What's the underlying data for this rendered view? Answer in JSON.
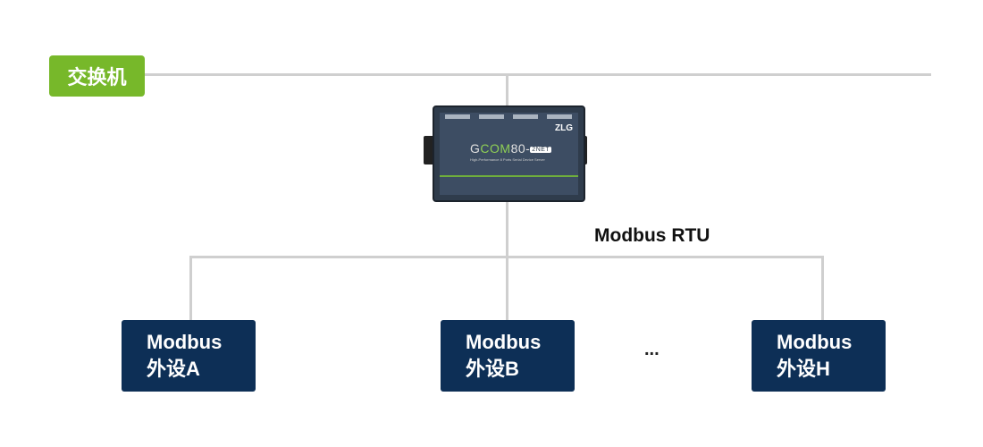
{
  "switch_label": "交换机",
  "device": {
    "brand": "ZLG",
    "model_prefix": "G",
    "model_green": "COM",
    "model_suffix": "80-",
    "model_tag": "2NET",
    "subtitle": "High-Performance 8 Ports Serial Device Server"
  },
  "bus_label": "Modbus RTU",
  "peripherals": [
    {
      "line1": "Modbus",
      "line2": "外设A"
    },
    {
      "line1": "Modbus",
      "line2": "外设B"
    },
    {
      "line1": "Modbus",
      "line2": "外设H"
    }
  ],
  "ellipsis": "..."
}
